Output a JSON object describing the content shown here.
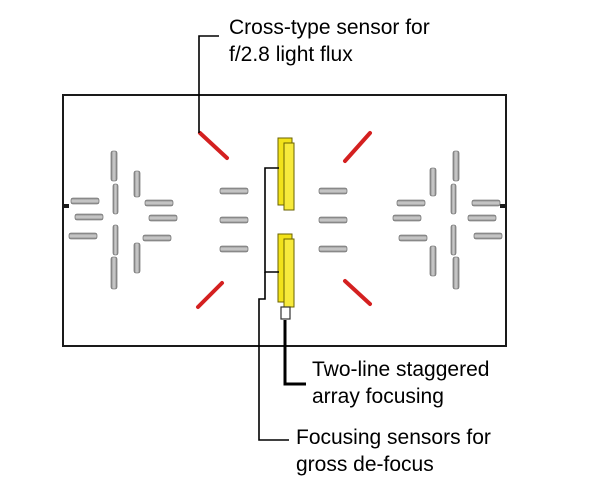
{
  "labels": {
    "cross_type": [
      "Cross-type sensor for",
      "f/2.8 light flux"
    ],
    "two_line": [
      "Two-line staggered",
      "array focusing"
    ],
    "gross_defocus": [
      "Focusing sensors for",
      "gross de-focus"
    ]
  },
  "colors": {
    "frame": "#1a1a1a",
    "sensor_gray": "#b4b4b4",
    "sensor_red": "#d42020",
    "sensor_yellow": "#f2e21a",
    "leader": "#000000"
  }
}
